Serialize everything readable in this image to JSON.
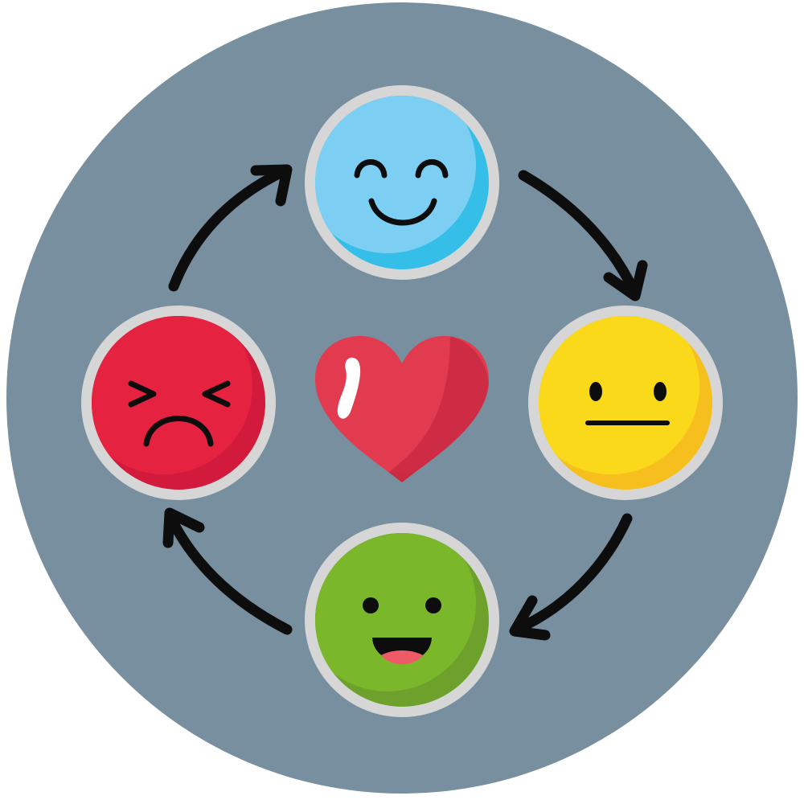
{
  "colors": {
    "background_disc": "#778F9E",
    "face_ring": "#D6D6D6",
    "arrow": "#0D0D0D",
    "heart": "#E23A4E",
    "heart_shade": "#C92A43",
    "heart_highlight": "#FFFFFF"
  },
  "faces": [
    {
      "name": "happy-face",
      "mood": "content",
      "fill": "#3EC1EA",
      "shade": "#7BD0F3",
      "icon": "smiling-closed-eyes"
    },
    {
      "name": "neutral-face",
      "mood": "neutral",
      "fill": "#F7D21A",
      "shade": "#F5C21E",
      "icon": "straight-mouth"
    },
    {
      "name": "laughing-face",
      "mood": "happy",
      "fill": "#7AB72A",
      "shade": "#6EA12C",
      "icon": "open-mouth-smile"
    },
    {
      "name": "angry-face",
      "mood": "upset",
      "fill": "#E1213F",
      "shade": "#D01E3C",
      "icon": "squinting-frown"
    }
  ],
  "cycle_order": [
    "happy-face",
    "neutral-face",
    "laughing-face",
    "angry-face"
  ],
  "center_icon": "heart-icon"
}
